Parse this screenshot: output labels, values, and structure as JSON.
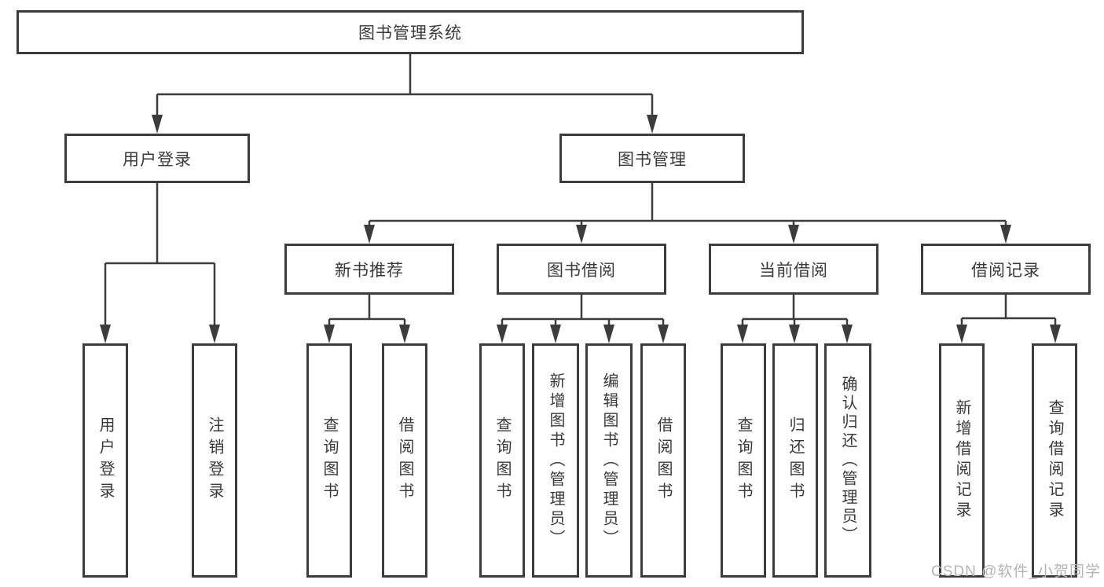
{
  "diagram": {
    "root_label": "图书管理系统",
    "branches": [
      {
        "label": "用户登录",
        "children": [
          {
            "label": "用户登录"
          },
          {
            "label": "注销登录"
          }
        ]
      },
      {
        "label": "图书管理",
        "children": [
          {
            "label": "新书推荐",
            "children": [
              {
                "label": "查询图书"
              },
              {
                "label": "借阅图书"
              }
            ]
          },
          {
            "label": "图书借阅",
            "children": [
              {
                "label": "查询图书"
              },
              {
                "label": "新增图书（管理员）"
              },
              {
                "label": "编辑图书（管理员）"
              },
              {
                "label": "借阅图书"
              }
            ]
          },
          {
            "label": "当前借阅",
            "children": [
              {
                "label": "查询图书"
              },
              {
                "label": "归还图书"
              },
              {
                "label": "确认归还（管理员）"
              }
            ]
          },
          {
            "label": "借阅记录",
            "children": [
              {
                "label": "新增借阅记录"
              },
              {
                "label": "查询借阅记录"
              }
            ]
          }
        ]
      }
    ]
  },
  "watermark": "CSDN @软件_小贺同学",
  "colors": {
    "line": "#3c3c3c",
    "box_border": "#3c3c3c",
    "text": "#3a3a3a",
    "watermark": "#b5b5b5",
    "background": "#ffffff"
  }
}
